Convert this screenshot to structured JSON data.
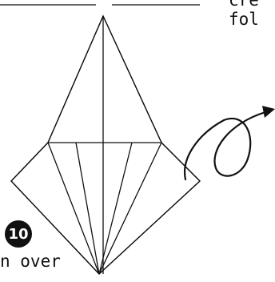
{
  "figure": {
    "text_top_right_line1": "cre",
    "text_top_right_line2": "fol",
    "text_bottom_left": "n over",
    "step_number": "10"
  },
  "colors": {
    "line": "#111111",
    "background": "#ffffff",
    "badge_fill": "#111111",
    "badge_text": "#ffffff"
  },
  "icons": [
    "turn-over-arrow-icon",
    "step-number-badge"
  ]
}
